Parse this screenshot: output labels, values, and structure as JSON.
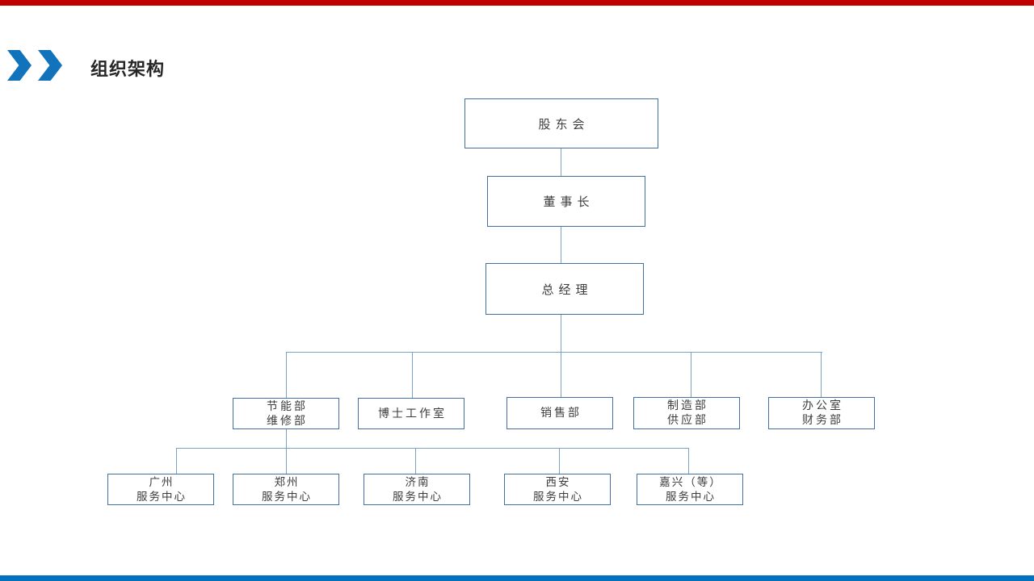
{
  "slide": {
    "title": "组织架构",
    "accent_colors": {
      "top_bar": "#c00000",
      "bottom_bar": "#0070c0",
      "chevron": "#1173bc",
      "box_border": "#41719c",
      "connector": "#7aa2c8",
      "box_text": "#3d3d3d",
      "title_text": "#262626"
    }
  },
  "org_chart": {
    "nodes": {
      "shareholders": {
        "lines": [
          "股东会"
        ]
      },
      "chairman": {
        "lines": [
          "董事长"
        ]
      },
      "general_manager": {
        "lines": [
          "总经理"
        ]
      },
      "dept_energy": {
        "lines": [
          "节能部",
          "维修部"
        ]
      },
      "dept_phd_studio": {
        "lines": [
          "博士工作室"
        ]
      },
      "dept_sales": {
        "lines": [
          "销售部"
        ]
      },
      "dept_manufacturing": {
        "lines": [
          "制造部",
          "供应部"
        ]
      },
      "dept_office_finance": {
        "lines": [
          "办公室",
          "财务部"
        ]
      },
      "sc_guangzhou": {
        "lines": [
          "广州",
          "服务中心"
        ]
      },
      "sc_zhengzhou": {
        "lines": [
          "郑州",
          "服务中心"
        ]
      },
      "sc_jinan": {
        "lines": [
          "济南",
          "服务中心"
        ]
      },
      "sc_xian": {
        "lines": [
          "西安",
          "服务中心"
        ]
      },
      "sc_jiaxing": {
        "lines": [
          "嘉兴（等）",
          "服务中心"
        ]
      }
    },
    "hierarchy": [
      {
        "parent": "shareholders",
        "child": "chairman"
      },
      {
        "parent": "chairman",
        "child": "general_manager"
      },
      {
        "parent": "general_manager",
        "children": [
          "dept_energy",
          "dept_phd_studio",
          "dept_sales",
          "dept_manufacturing",
          "dept_office_finance"
        ]
      },
      {
        "parent": "dept_energy",
        "children": [
          "sc_guangzhou",
          "sc_zhengzhou",
          "sc_jinan",
          "sc_xian",
          "sc_jiaxing"
        ]
      }
    ]
  }
}
